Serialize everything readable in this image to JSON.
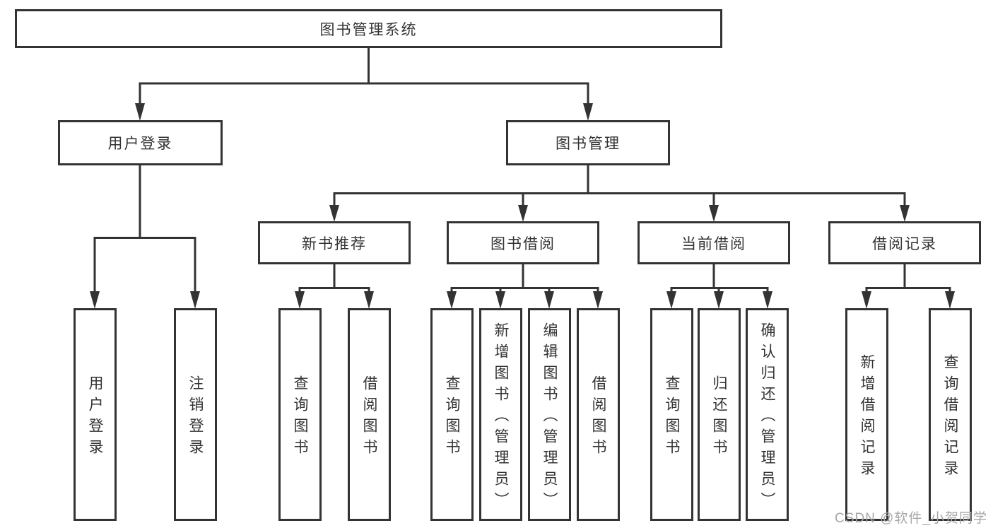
{
  "diagram": {
    "title": "图书管理系统",
    "branches": [
      {
        "label": "用户登录",
        "children": [
          "用户登录",
          "注销登录"
        ]
      },
      {
        "label": "图书管理",
        "modules": [
          {
            "label": "新书推荐",
            "children": [
              "查询图书",
              "借阅图书"
            ]
          },
          {
            "label": "图书借阅",
            "children": [
              "查询图书",
              "新增图书（管理员）",
              "编辑图书（管理员）",
              "借阅图书"
            ]
          },
          {
            "label": "当前借阅",
            "children": [
              "查询图书",
              "归还图书",
              "确认归还（管理员）"
            ]
          },
          {
            "label": "借阅记录",
            "children": [
              "新增借阅记录",
              "查询借阅记录"
            ]
          }
        ]
      }
    ]
  },
  "watermark": "CSDN @软件_小贺同学",
  "colors": {
    "line": "#333333",
    "text": "#333333",
    "box_background": "#ffffff",
    "watermark": "#a6a6a6"
  }
}
